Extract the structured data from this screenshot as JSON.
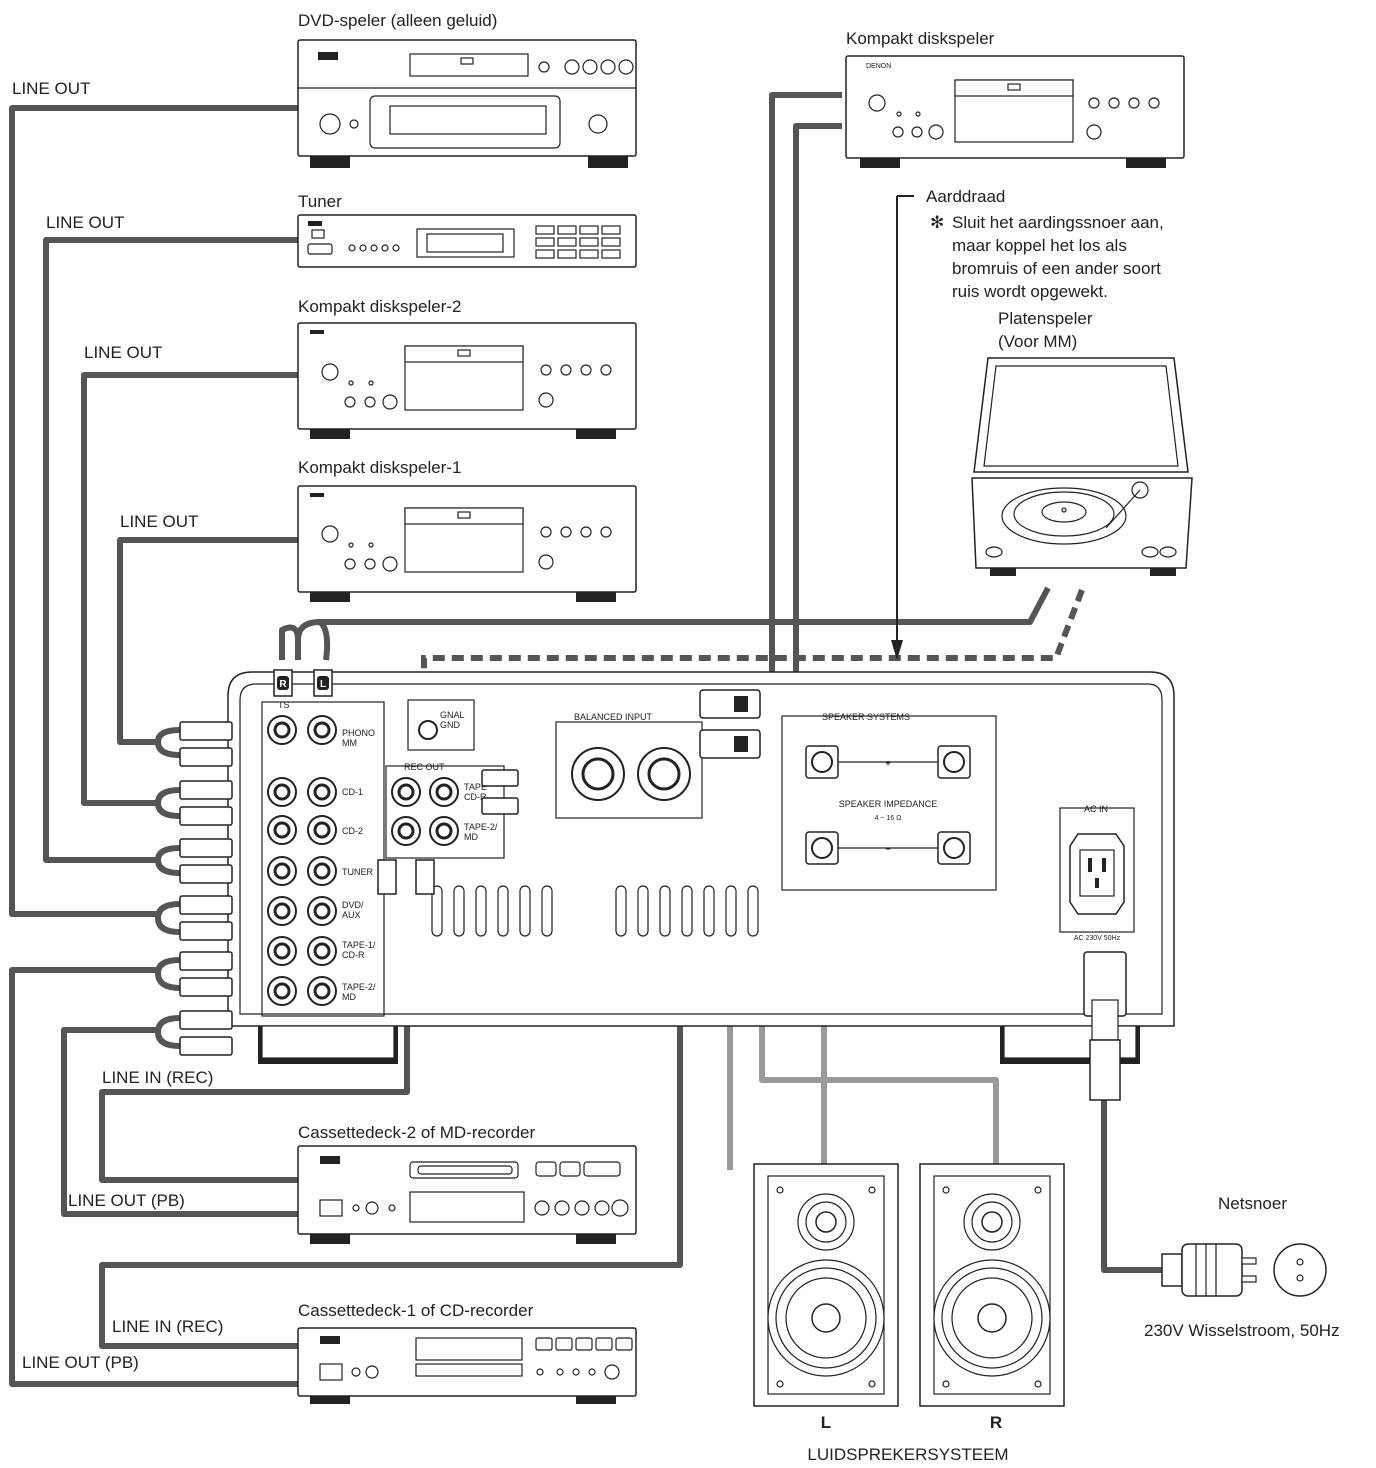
{
  "devices": {
    "dvd_player": "DVD-speler (alleen geluid)",
    "tuner": "Tuner",
    "cd_player_2": "Kompakt diskspeler-2",
    "cd_player_1": "Kompakt diskspeler-1",
    "cd_player_balanced": "Kompakt diskspeler",
    "turntable_line1": "Platenspeler",
    "turntable_line2": "(Voor MM)",
    "tape2": "Cassettedeck-2 of MD-recorder",
    "tape1": "Cassettedeck-1 of CD-recorder",
    "speaker_system": "LUIDSPREKERSYSTEEM",
    "speaker_l": "L",
    "speaker_r": "R",
    "power_cord": "Netsnoer",
    "mains": "230V Wisselstroom, 50Hz"
  },
  "connections": {
    "dvd_out": "LINE OUT",
    "tuner_out": "LINE OUT",
    "cd2_out": "LINE OUT",
    "cd1_out": "LINE OUT",
    "tape2_in": "LINE IN (REC)",
    "tape2_out": "LINE OUT (PB)",
    "tape1_in": "LINE IN (REC)",
    "tape1_out": "LINE OUT (PB)"
  },
  "ground_note": {
    "title": "Aarddraad",
    "asterisk": "✻",
    "lines": [
      "Sluit het aardingssnoer aan,",
      "maar koppel het los als",
      "bromruis of een ander soort",
      "ruis wordt opgewekt."
    ]
  },
  "amp_panel": {
    "inputs_abbrev": "TS",
    "phono": [
      "PHONO",
      "MM"
    ],
    "cd1": "CD-1",
    "cd2": "CD-2",
    "tuner": "TUNER",
    "dvd": [
      "DVD/",
      "AUX"
    ],
    "tape1": [
      "TAPE-1/",
      "CD-R"
    ],
    "tape2": [
      "TAPE-2/",
      "MD"
    ],
    "rec_out": "REC OUT",
    "rec_tape1": [
      "TAPE",
      "CD-R"
    ],
    "rec_tape2": [
      "TAPE-2/",
      "MD"
    ],
    "signal_gnd": [
      "GNAL",
      "GND"
    ],
    "balanced_input": "BALANCED INPUT",
    "speaker_systems": "SPEAKER SYSTEMS",
    "speaker_impedance": "SPEAKER IMPEDANCE",
    "impedance_range": "4 ~ 16 Ω",
    "ac_in": "AC IN",
    "ac_rating": "AC 230V 50Hz",
    "letter_r": "R",
    "letter_l": "L",
    "plus": "+",
    "minus": "−"
  },
  "brand": "DENON"
}
